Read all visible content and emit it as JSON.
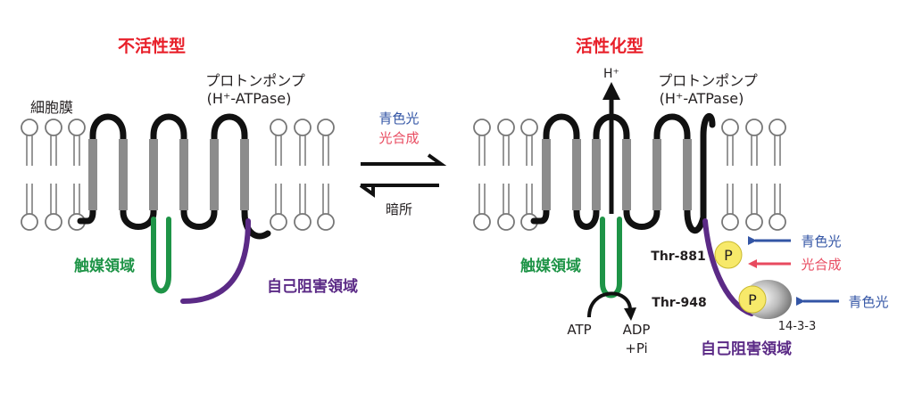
{
  "left_panel": {
    "state_title": "不活性型",
    "pump_label_line1": "プロトンポンプ",
    "pump_label_line2": "(H⁺-ATPase)",
    "membrane_label": "細胞膜",
    "catalytic_label": "触媒領域",
    "autoinhibitory_label": "自己阻害領域"
  },
  "center": {
    "forward_label_1": "青色光",
    "forward_label_2": "光合成",
    "reverse_label": "暗所"
  },
  "right_panel": {
    "state_title": "活性化型",
    "proton_label": "H⁺",
    "pump_label_line1": "プロトンポンプ",
    "pump_label_line2": "(H⁺-ATPase)",
    "catalytic_label": "触媒領域",
    "autoinhibitory_label": "自己阻害領域",
    "thr881_label": "Thr-881",
    "thr948_label": "Thr-948",
    "phospho_label_1": "P",
    "phospho_label_2": "P",
    "protein_14_3_3": "14-3-3",
    "signal_blue_1": "青色光",
    "signal_photosynthesis": "光合成",
    "signal_blue_2": "青色光",
    "atp_label": "ATP",
    "adp_label": "ADP",
    "pi_label": "+Pi"
  },
  "colors": {
    "title_red": "#e8202a",
    "blue_light": "#3355a5",
    "photosynthesis_pink": "#e84a5f",
    "catalytic_green": "#1e9447",
    "autoinhibitory_purple": "#5b2a86",
    "helix_gray": "#8c8c8c",
    "phospho_yellow": "#f7e96a",
    "protein_gray": "#8a8a8a"
  }
}
